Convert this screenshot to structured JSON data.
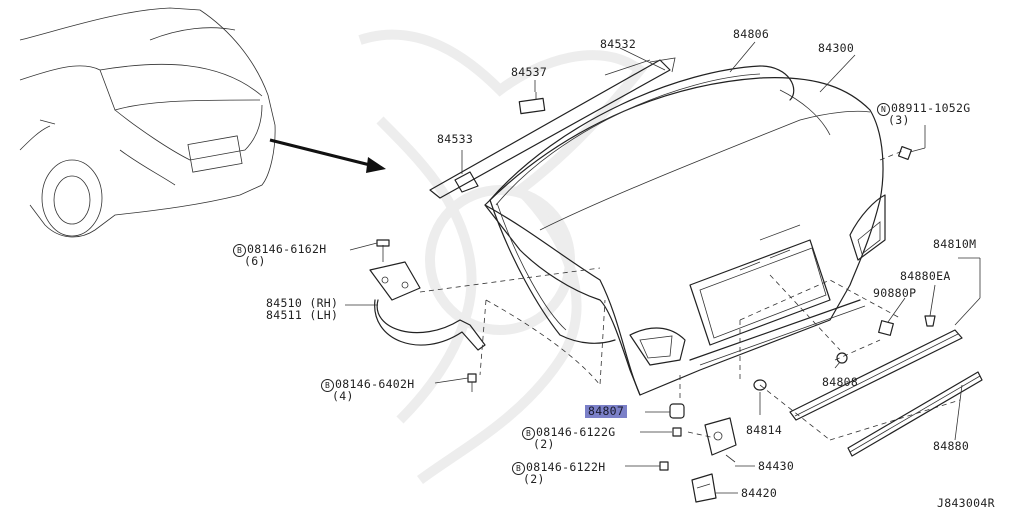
{
  "diagram_code": "J843004R",
  "labels": {
    "p84532": "84532",
    "p84806": "84806",
    "p84300": "84300",
    "p84537": "84537",
    "p84533": "84533",
    "n08911_prefix": "N",
    "n08911": "08911-1052G",
    "n08911_qty": "(3)",
    "b08146_6162h_prefix": "B",
    "b08146_6162h": "08146-6162H",
    "b08146_6162h_qty": "(6)",
    "p84510": "84510 (RH)",
    "p84511": "84511 (LH)",
    "p84810m": "84810M",
    "p84880ea": "84880EA",
    "p90880p": "90880P",
    "b08146_6402h_prefix": "B",
    "b08146_6402h": "08146-6402H",
    "b08146_6402h_qty": "(4)",
    "p84808": "84808",
    "p84807": "84807",
    "p84814": "84814",
    "b08146_6122g_prefix": "B",
    "b08146_6122g": "08146-6122G",
    "b08146_6122g_qty": "(2)",
    "p84430": "84430",
    "p84880": "84880",
    "b08146_6122h_prefix": "B",
    "b08146_6122h": "08146-6122H",
    "b08146_6122h_qty": "(2)",
    "p84420": "84420"
  },
  "highlight_color": "#7b80c8"
}
